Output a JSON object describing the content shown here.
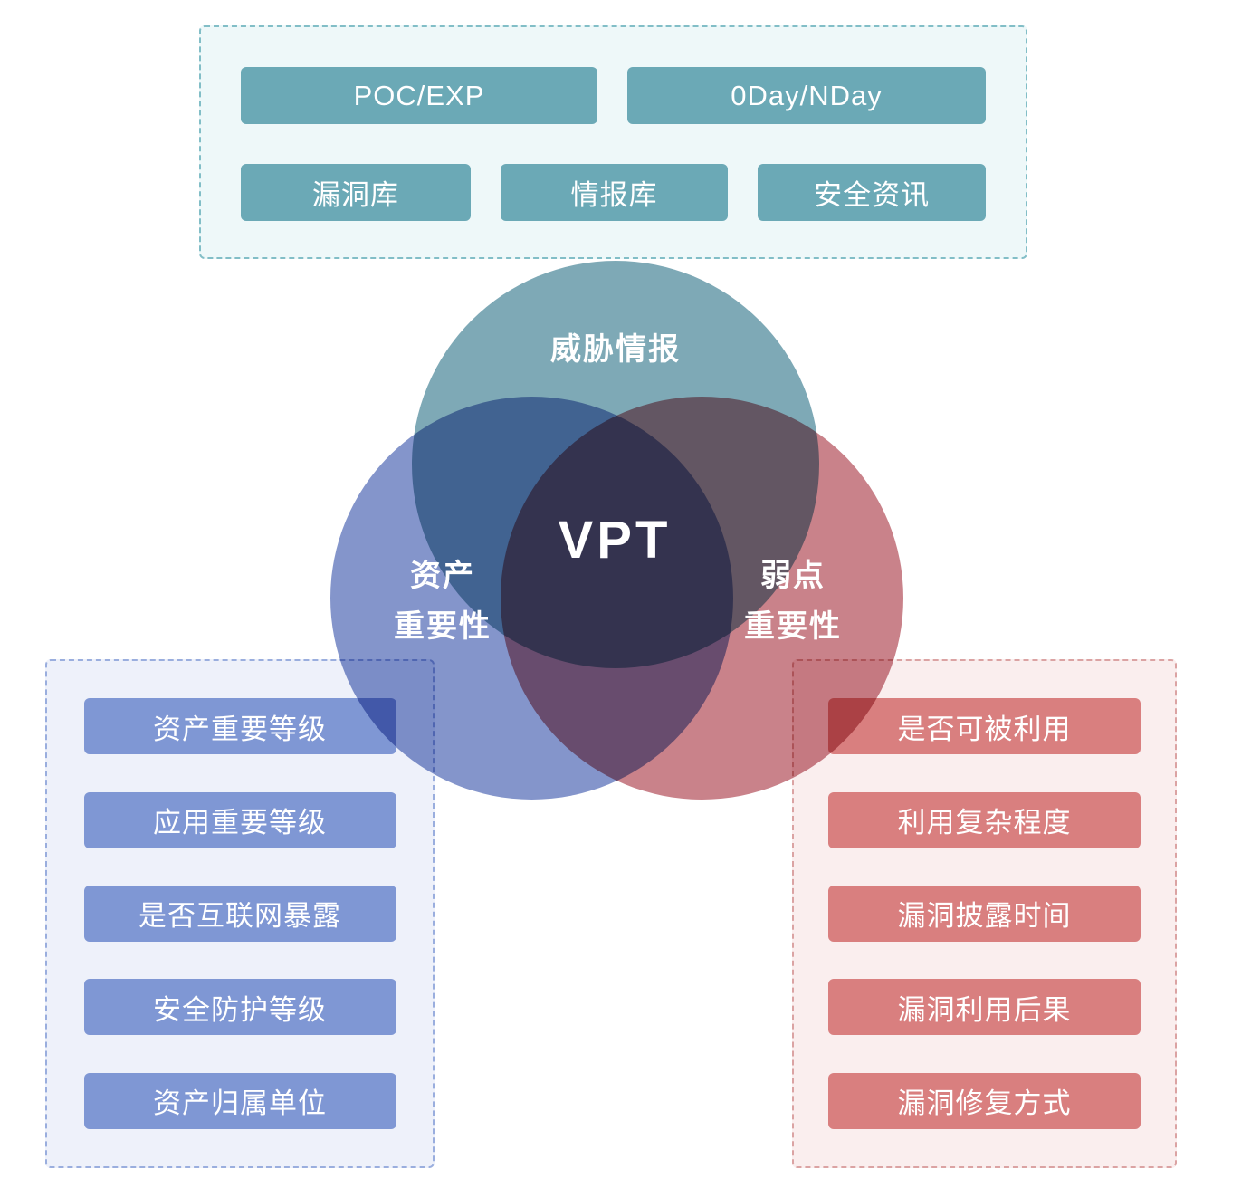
{
  "diagram": {
    "title": "VPT vulnerability-priority venn diagram",
    "center_label": "VPT",
    "circles": {
      "threat": {
        "label": "威胁情报",
        "color": "#7ea9b6"
      },
      "asset": {
        "label_line1": "资产",
        "label_line2": "重要性",
        "color": "#8495cb"
      },
      "weakness": {
        "label_line1": "弱点",
        "label_line2": "重要性",
        "color": "#c9828a"
      }
    }
  },
  "panels": {
    "threat": {
      "accent": "#6ba9b6",
      "background": "#eef8f9",
      "border": "#82bec7",
      "items": [
        "POC/EXP",
        "0Day/NDay",
        "漏洞库",
        "情报库",
        "安全资讯"
      ]
    },
    "asset": {
      "accent": "#7f97d4",
      "background": "#eef1fa",
      "border": "#9aaede",
      "items": [
        "资产重要等级",
        "应用重要等级",
        "是否互联网暴露",
        "安全防护等级",
        "资产归属单位"
      ]
    },
    "weakness": {
      "accent": "#d97f7f",
      "background": "#faeeee",
      "border": "#dba3a3",
      "items": [
        "是否可被利用",
        "利用复杂程度",
        "漏洞披露时间",
        "漏洞利用后果",
        "漏洞修复方式"
      ]
    }
  }
}
